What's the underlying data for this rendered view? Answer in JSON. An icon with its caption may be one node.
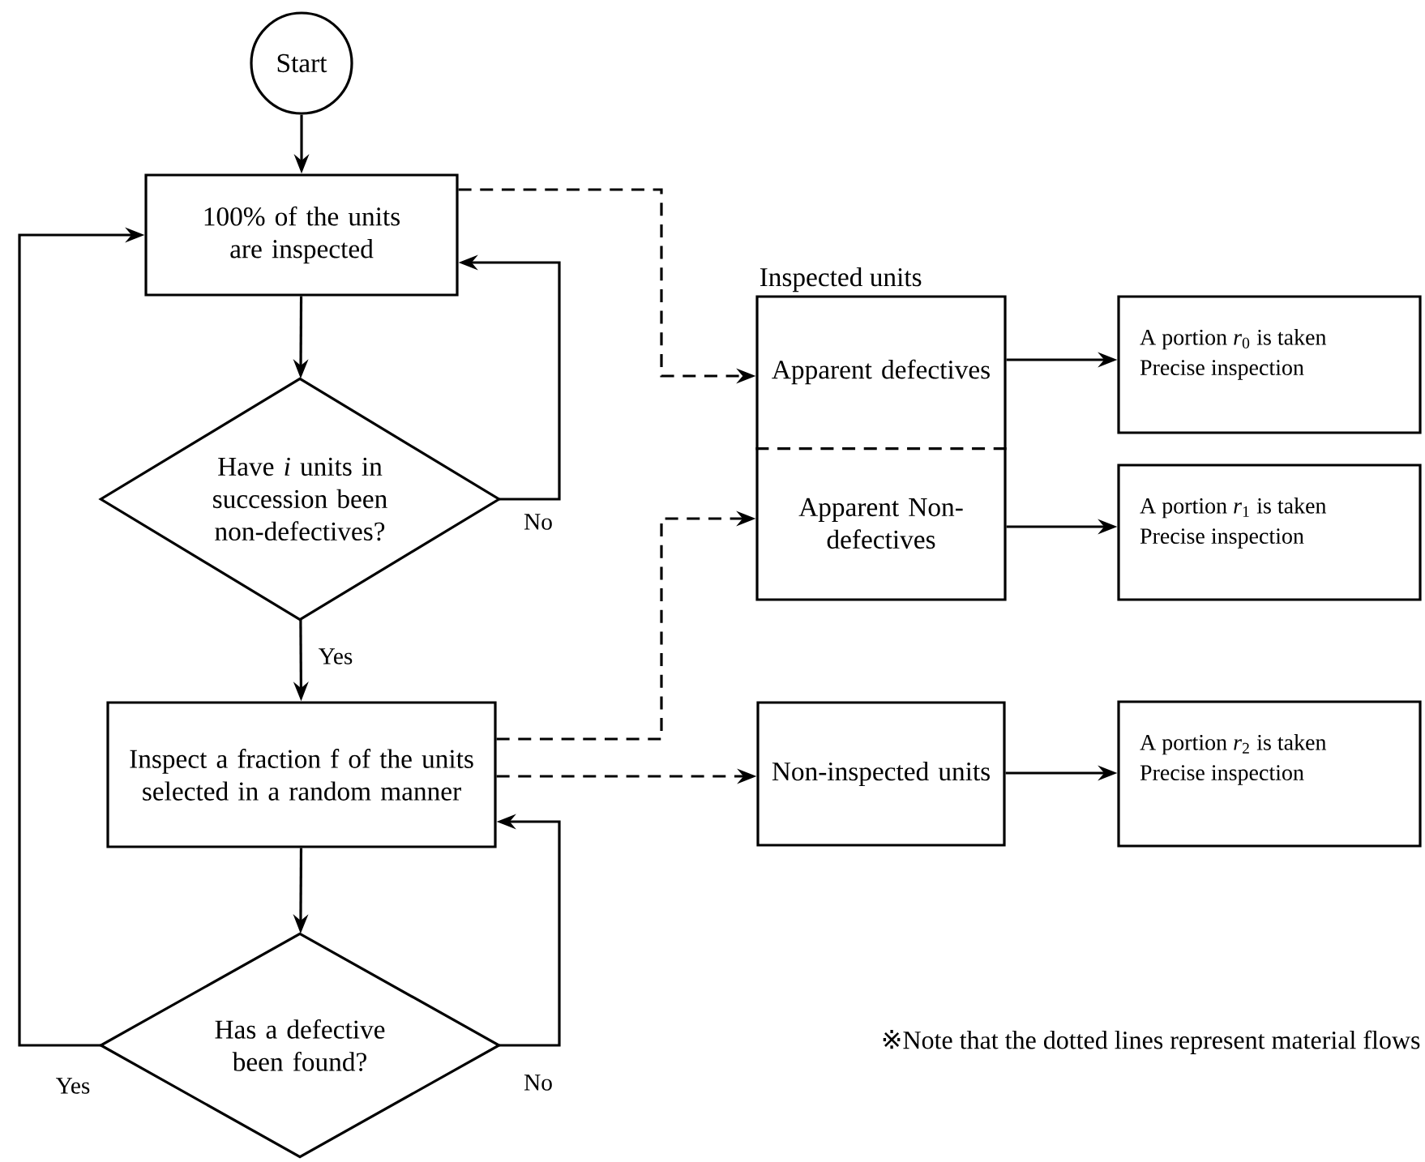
{
  "diagram": {
    "nodes": [
      {
        "text": [
          "Start"
        ]
      },
      {
        "text": [
          "100% of the units are inspected"
        ]
      },
      {
        "text": [
          "Have *i* units in succession been non-defectives?"
        ]
      },
      {
        "text": [
          "Inspect a fraction f of the units selected in a random manner"
        ]
      },
      {
        "text": [
          "Has a defective been found?"
        ]
      },
      {
        "text": [
          "Inspected units"
        ]
      },
      {
        "text": [
          "Apparent defectives"
        ],
        "in": 5
      },
      {
        "text": [
          "Apparent Non-defectives"
        ],
        "in": 5
      },
      {
        "text": [
          "Non-inspected units"
        ]
      },
      {
        "text": [
          "A portion *r*$_{0}$ is taken",
          "Precise inspection"
        ]
      },
      {
        "text": [
          "A portion *r*$_{1}$ is taken",
          "Precise inspection"
        ]
      },
      {
        "text": [
          "A portion *r*$_{2}$ is taken",
          "Precise inspection"
        ]
      }
    ],
    "edges": [
      {
        "from": 0,
        "to": 1,
        "arrow": "to"
      },
      {
        "from": 1,
        "to": 2,
        "arrow": "to"
      },
      {
        "from": 2,
        "to": 1,
        "arrow": "to",
        "label": "No"
      },
      {
        "from": 2,
        "to": 3,
        "arrow": "to",
        "label": "Yes"
      },
      {
        "from": 3,
        "to": 4,
        "arrow": "to"
      },
      {
        "from": 4,
        "to": 3,
        "arrow": "to",
        "label": "No"
      },
      {
        "from": 4,
        "to": 1,
        "arrow": "to",
        "label": "Yes"
      },
      {
        "from": 1,
        "to": 6,
        "arrow": "to",
        "style": "dashed"
      },
      {
        "from": 3,
        "to": 7,
        "arrow": "to",
        "style": "dashed"
      },
      {
        "from": 3,
        "to": 8,
        "arrow": "to",
        "style": "dashed"
      },
      {
        "from": 6,
        "to": 9,
        "arrow": "to"
      },
      {
        "from": 7,
        "to": 10,
        "arrow": "to"
      },
      {
        "from": 8,
        "to": 11,
        "arrow": "to"
      }
    ],
    "labels": [
      "※Note that the dotted lines represent material flows"
    ]
  }
}
